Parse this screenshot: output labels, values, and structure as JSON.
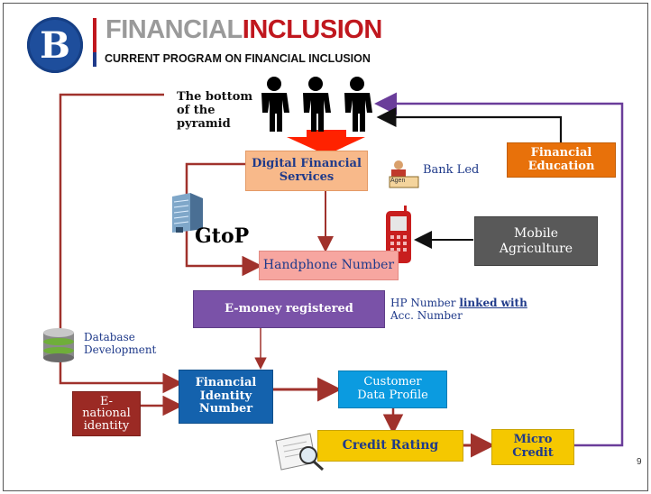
{
  "header": {
    "logo_letter": "B",
    "title_part1": "FINANCIAL",
    "title_part2": "INCLUSION",
    "subtitle": "CURRENT PROGRAM ON FINANCIAL INCLUSION"
  },
  "diagram": {
    "pyramid_label": "The bottom of the pyramid",
    "dfs": "Digital Financial Services",
    "bank_led": "Bank Led",
    "agent_sign": "Agen",
    "gtop": "GtoP",
    "handphone": "Handphone Number",
    "mobile_agri": "Mobile Agriculture",
    "fin_edu": "Financial Education",
    "emoney": "E-money registered",
    "hp_note_1": "HP Number",
    "hp_note_link": "linked with",
    "hp_note_2": "Acc. Number",
    "database": "Database Development",
    "e_national": "E-national identity",
    "fin_identity": "Financial Identity Number",
    "customer_data": "Customer Data Profile",
    "credit_rating": "Credit Rating",
    "micro_credit": "Micro Credit"
  },
  "footer": {
    "page_number": "9"
  },
  "colors": {
    "brand_red": "#c0171e",
    "brand_blue": "#1e4e9c",
    "connector_red": "#a0322c",
    "connector_purple": "#6a3d9a",
    "orange_box": "#e8710a",
    "gray_box": "#595959",
    "purple_box": "#7a52a8",
    "blue_box": "#1462ad",
    "yellow_box": "#f5c800"
  }
}
